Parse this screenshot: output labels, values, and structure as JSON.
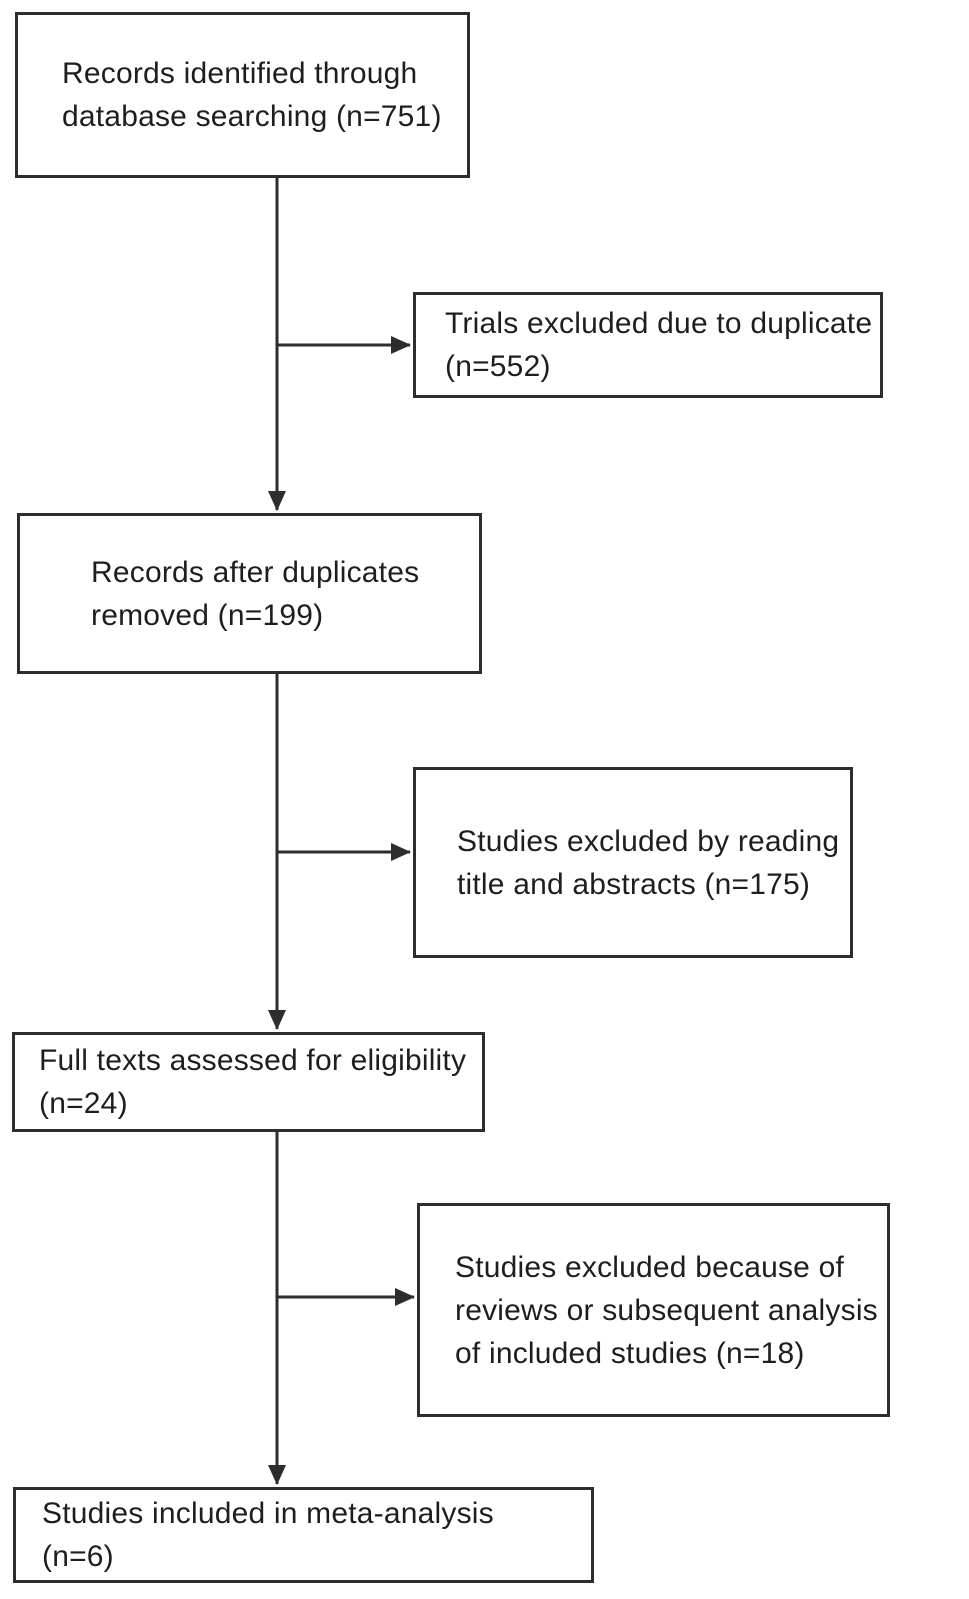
{
  "nodes": {
    "identified": {
      "label": "Records identified through\ndatabase searching (n=751)",
      "count": 751
    },
    "duplicates_excluded": {
      "label": "Trials excluded due to duplicate\n(n=552)",
      "count": 552
    },
    "after_duplicates": {
      "label": "Records after duplicates\nremoved (n=199)",
      "count": 199
    },
    "title_abstract_excluded": {
      "label": "Studies excluded by reading\ntitle and abstracts (n=175)",
      "count": 175
    },
    "full_texts": {
      "label": "Full texts assessed for eligibility\n(n=24)",
      "count": 24
    },
    "reviews_excluded": {
      "label": "Studies excluded because of\nreviews or subsequent analysis\nof included studies (n=18)",
      "count": 18
    },
    "included": {
      "label": "Studies included in meta-analysis\n(n=6)",
      "count": 6
    }
  },
  "edges": [
    {
      "from": "identified",
      "to": "after_duplicates"
    },
    {
      "from": "identified",
      "to": "duplicates_excluded"
    },
    {
      "from": "after_duplicates",
      "to": "full_texts"
    },
    {
      "from": "after_duplicates",
      "to": "title_abstract_excluded"
    },
    {
      "from": "full_texts",
      "to": "included"
    },
    {
      "from": "full_texts",
      "to": "reviews_excluded"
    }
  ],
  "colors": {
    "box_border": "#2d2d2d",
    "text": "#1e1e1e",
    "arrow": "#2d2d2d",
    "background": "#ffffff"
  }
}
